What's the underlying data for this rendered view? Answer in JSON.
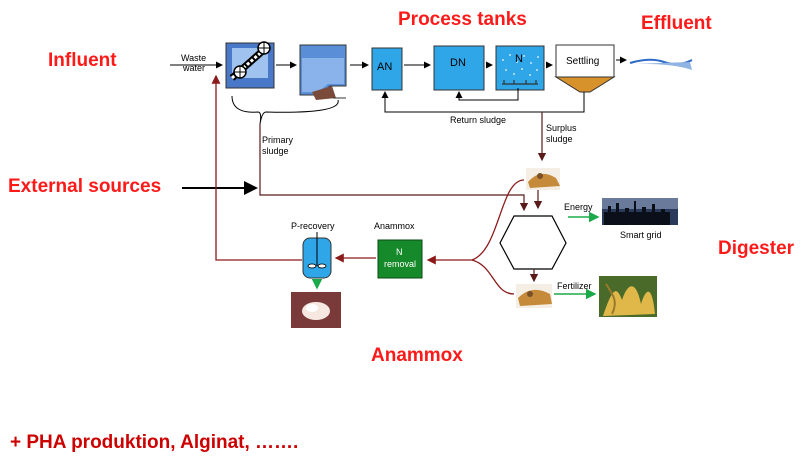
{
  "labels": {
    "influent": "Influent",
    "process_tanks": "Process tanks",
    "effluent": "Effluent",
    "external_sources": "External sources",
    "digester": "Digester",
    "anammox_big": "Anammox",
    "footer": "+ PHA produktion, Alginat, ……."
  },
  "diagram": {
    "waste_water_line1": "Waste",
    "waste_water_line2": "water",
    "an": "AN",
    "dn": "DN",
    "n": "N",
    "settling": "Settling",
    "return_sludge": "Return sludge",
    "primary_sludge_line1": "Primary",
    "primary_sludge_line2": "sludge",
    "surplus_sludge_line1": "Surplus",
    "surplus_sludge_line2": "sludge",
    "energy": "Energy",
    "smart_grid": "Smart grid",
    "fertilizer": "Fertilizer",
    "p_recovery": "P-recovery",
    "anammox_small": "Anammox",
    "n_removal_line1": "N",
    "n_removal_line2": "removal"
  }
}
